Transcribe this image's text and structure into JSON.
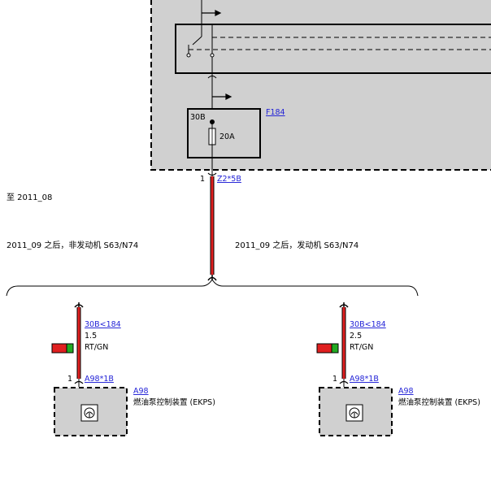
{
  "fuse_block": {
    "pin_label": "30B",
    "rating": "20A",
    "fuse_id": "F184",
    "connector_pin": "1",
    "connector_id": "Z2*5B"
  },
  "variants": {
    "until": "至 2011_08",
    "after_non_engine": "2011_09 之后，非发动机 S63/N74",
    "after_engine": "2011_09 之后，发动机 S63/N74"
  },
  "branches": [
    {
      "wire_id": "30B<184",
      "gauge": "1.5",
      "color_code": "RT/GN",
      "pin_num": "1",
      "connector": "A98*1B",
      "module_id": "A98",
      "module_name": "燃油泵控制装置 (EKPS)"
    },
    {
      "wire_id": "30B<184",
      "gauge": "2.5",
      "color_code": "RT/GN",
      "pin_num": "1",
      "connector": "A98*1B",
      "module_id": "A98",
      "module_name": "燃油泵控制装置 (EKPS)"
    }
  ],
  "colors": {
    "wire_red": "#e02020",
    "wire_green": "#22aa22",
    "panel_fill": "#d0d0d0",
    "link_blue": "#1f1fd6"
  }
}
